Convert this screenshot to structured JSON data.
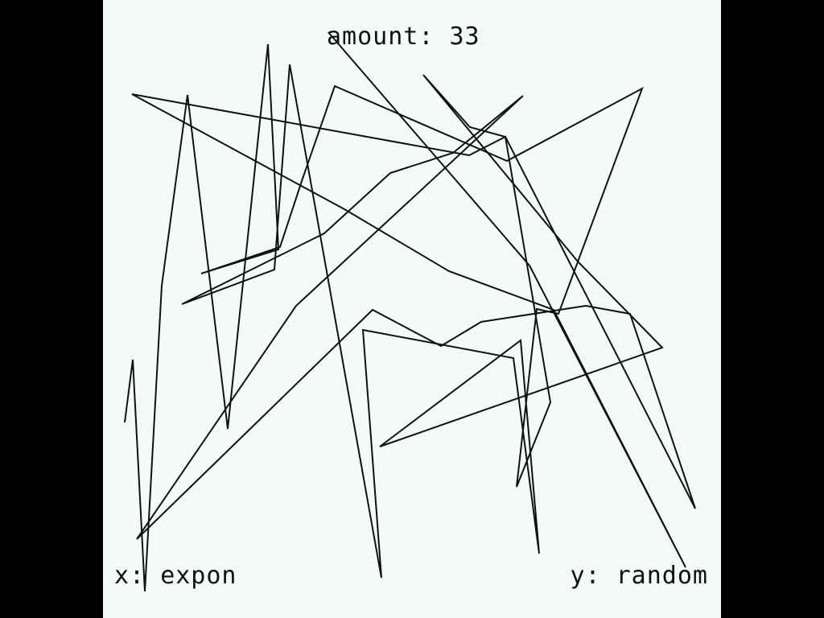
{
  "amount": {
    "label": "amount:",
    "value": "33"
  },
  "x_axis": {
    "label": "x:",
    "value": "expon"
  },
  "y_axis": {
    "label": "y:",
    "value": "random"
  },
  "colors": {
    "background": "#f4faf6",
    "frame": "#000000",
    "line": "#111111"
  },
  "polyline": [
    [
      27,
      525
    ],
    [
      37,
      447
    ],
    [
      52,
      735
    ],
    [
      73,
      355
    ],
    [
      105,
      118
    ],
    [
      155,
      533
    ],
    [
      205,
      55
    ],
    [
      218,
      310
    ],
    [
      122,
      340
    ],
    [
      220,
      307
    ],
    [
      248,
      222
    ],
    [
      288,
      107
    ],
    [
      502,
      200
    ],
    [
      670,
      110
    ],
    [
      566,
      390
    ],
    [
      539,
      384
    ],
    [
      514,
      605
    ],
    [
      556,
      500
    ],
    [
      500,
      170
    ],
    [
      456,
      158
    ],
    [
      398,
      93
    ],
    [
      590,
      325
    ],
    [
      695,
      432
    ],
    [
      344,
      555
    ],
    [
      519,
      423
    ],
    [
      542,
      688
    ],
    [
      510,
      445
    ],
    [
      323,
      410
    ],
    [
      346,
      718
    ],
    [
      232,
      80
    ],
    [
      213,
      335
    ],
    [
      98,
      378
    ],
    [
      275,
      290
    ],
    [
      357,
      215
    ],
    [
      435,
      190
    ],
    [
      522,
      119
    ],
    [
      240,
      380
    ],
    [
      42,
      670
    ],
    [
      335,
      385
    ],
    [
      420,
      430
    ],
    [
      470,
      400
    ],
    [
      600,
      380
    ],
    [
      655,
      390
    ],
    [
      736,
      632
    ],
    [
      500,
      170
    ],
    [
      455,
      193
    ],
    [
      36,
      117
    ],
    [
      300,
      260
    ],
    [
      430,
      337
    ],
    [
      560,
      385
    ],
    [
      724,
      705
    ],
    [
      530,
      330
    ],
    [
      280,
      40
    ]
  ]
}
